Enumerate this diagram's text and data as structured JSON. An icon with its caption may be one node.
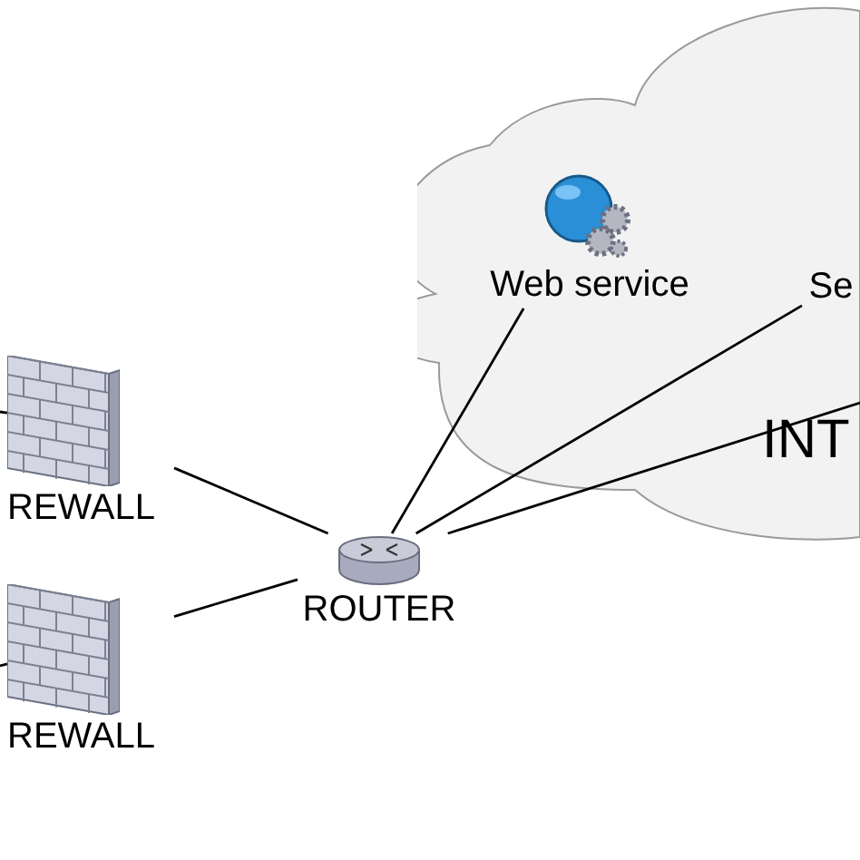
{
  "diagram": {
    "nodes": [
      {
        "text": [
          "INT"
        ]
      },
      {
        "text": [
          "Web service"
        ],
        "in": 0
      },
      {
        "text": [
          "Se"
        ],
        "in": 0
      },
      {
        "text": [
          "ROUTER"
        ]
      },
      {
        "text": [
          "REWALL"
        ]
      },
      {
        "text": [
          "REWALL"
        ]
      }
    ],
    "edges": [
      {
        "from": 3,
        "to": 1,
        "arrow": "none"
      },
      {
        "from": 3,
        "to": 2,
        "arrow": "none"
      },
      {
        "from": 3,
        "to": 0,
        "arrow": "none"
      },
      {
        "from": 3,
        "to": 4,
        "arrow": "none"
      },
      {
        "from": 3,
        "to": 5,
        "arrow": "none"
      },
      {
        "from": null,
        "to": 4,
        "arrow": "none"
      },
      {
        "from": null,
        "to": 5,
        "arrow": "none"
      }
    ]
  }
}
